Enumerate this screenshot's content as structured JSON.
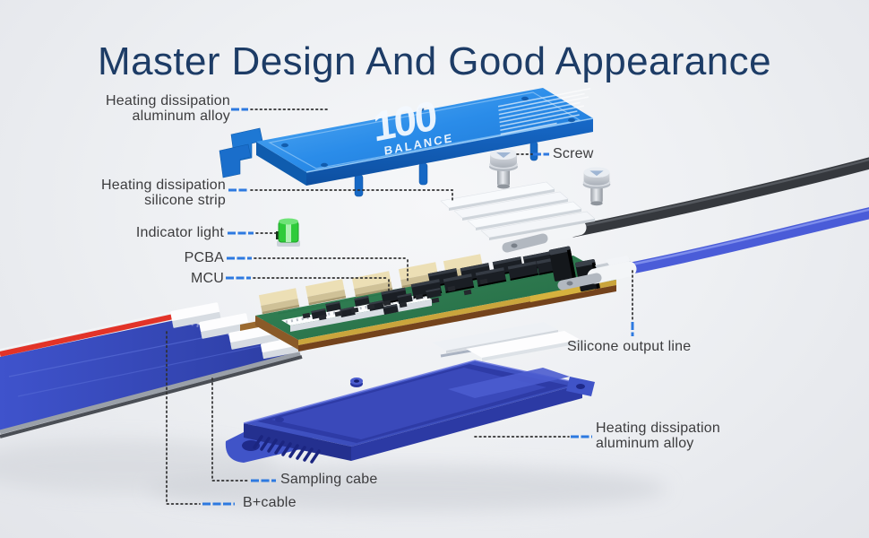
{
  "title": "Master Design And Good Appearance",
  "logo": {
    "number": "100",
    "name": "BALANCE"
  },
  "labels": {
    "heat_alloy_top_1": "Heating dissipation",
    "heat_alloy_top_2": "aluminum alloy",
    "screw": "Screw",
    "silicone_strip_1": "Heating dissipation",
    "silicone_strip_2": "silicone strip",
    "indicator_light": "Indicator light",
    "pcba": "PCBA",
    "mcu": "MCU",
    "silicone_output_line": "Silicone output line",
    "heat_alloy_bottom_1": "Heating dissipation",
    "heat_alloy_bottom_2": "aluminum alloy",
    "sampling_cable": "Sampling cabe",
    "b_plus_cable": "B+cable"
  },
  "colors": {
    "title_text": "#1d3c66",
    "label_text": "#3c3c3e",
    "leader_blue": "#2d79e0",
    "cover_blue": "#2a8ce9",
    "case_blue": "#4054c8",
    "pcb_green": "#2f7d4e",
    "b_plus_wire_red": "#e23328"
  }
}
